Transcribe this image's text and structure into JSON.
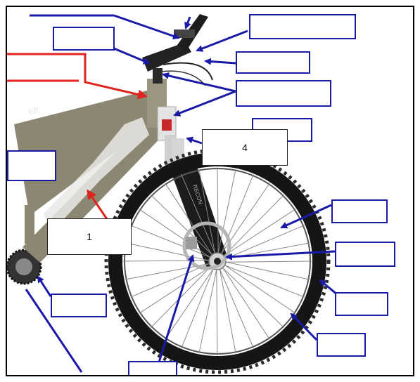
{
  "diagram": {
    "numbered_labels": [
      {
        "id": "label-1",
        "text": "1"
      },
      {
        "id": "label-4",
        "text": "4"
      }
    ],
    "colors": {
      "arrow_blue": "#1a1aa8",
      "arrow_red": "#e0231c",
      "frame_gray": "#8c8772",
      "tire_black": "#161616",
      "fork_black": "#1c1c1c"
    }
  }
}
